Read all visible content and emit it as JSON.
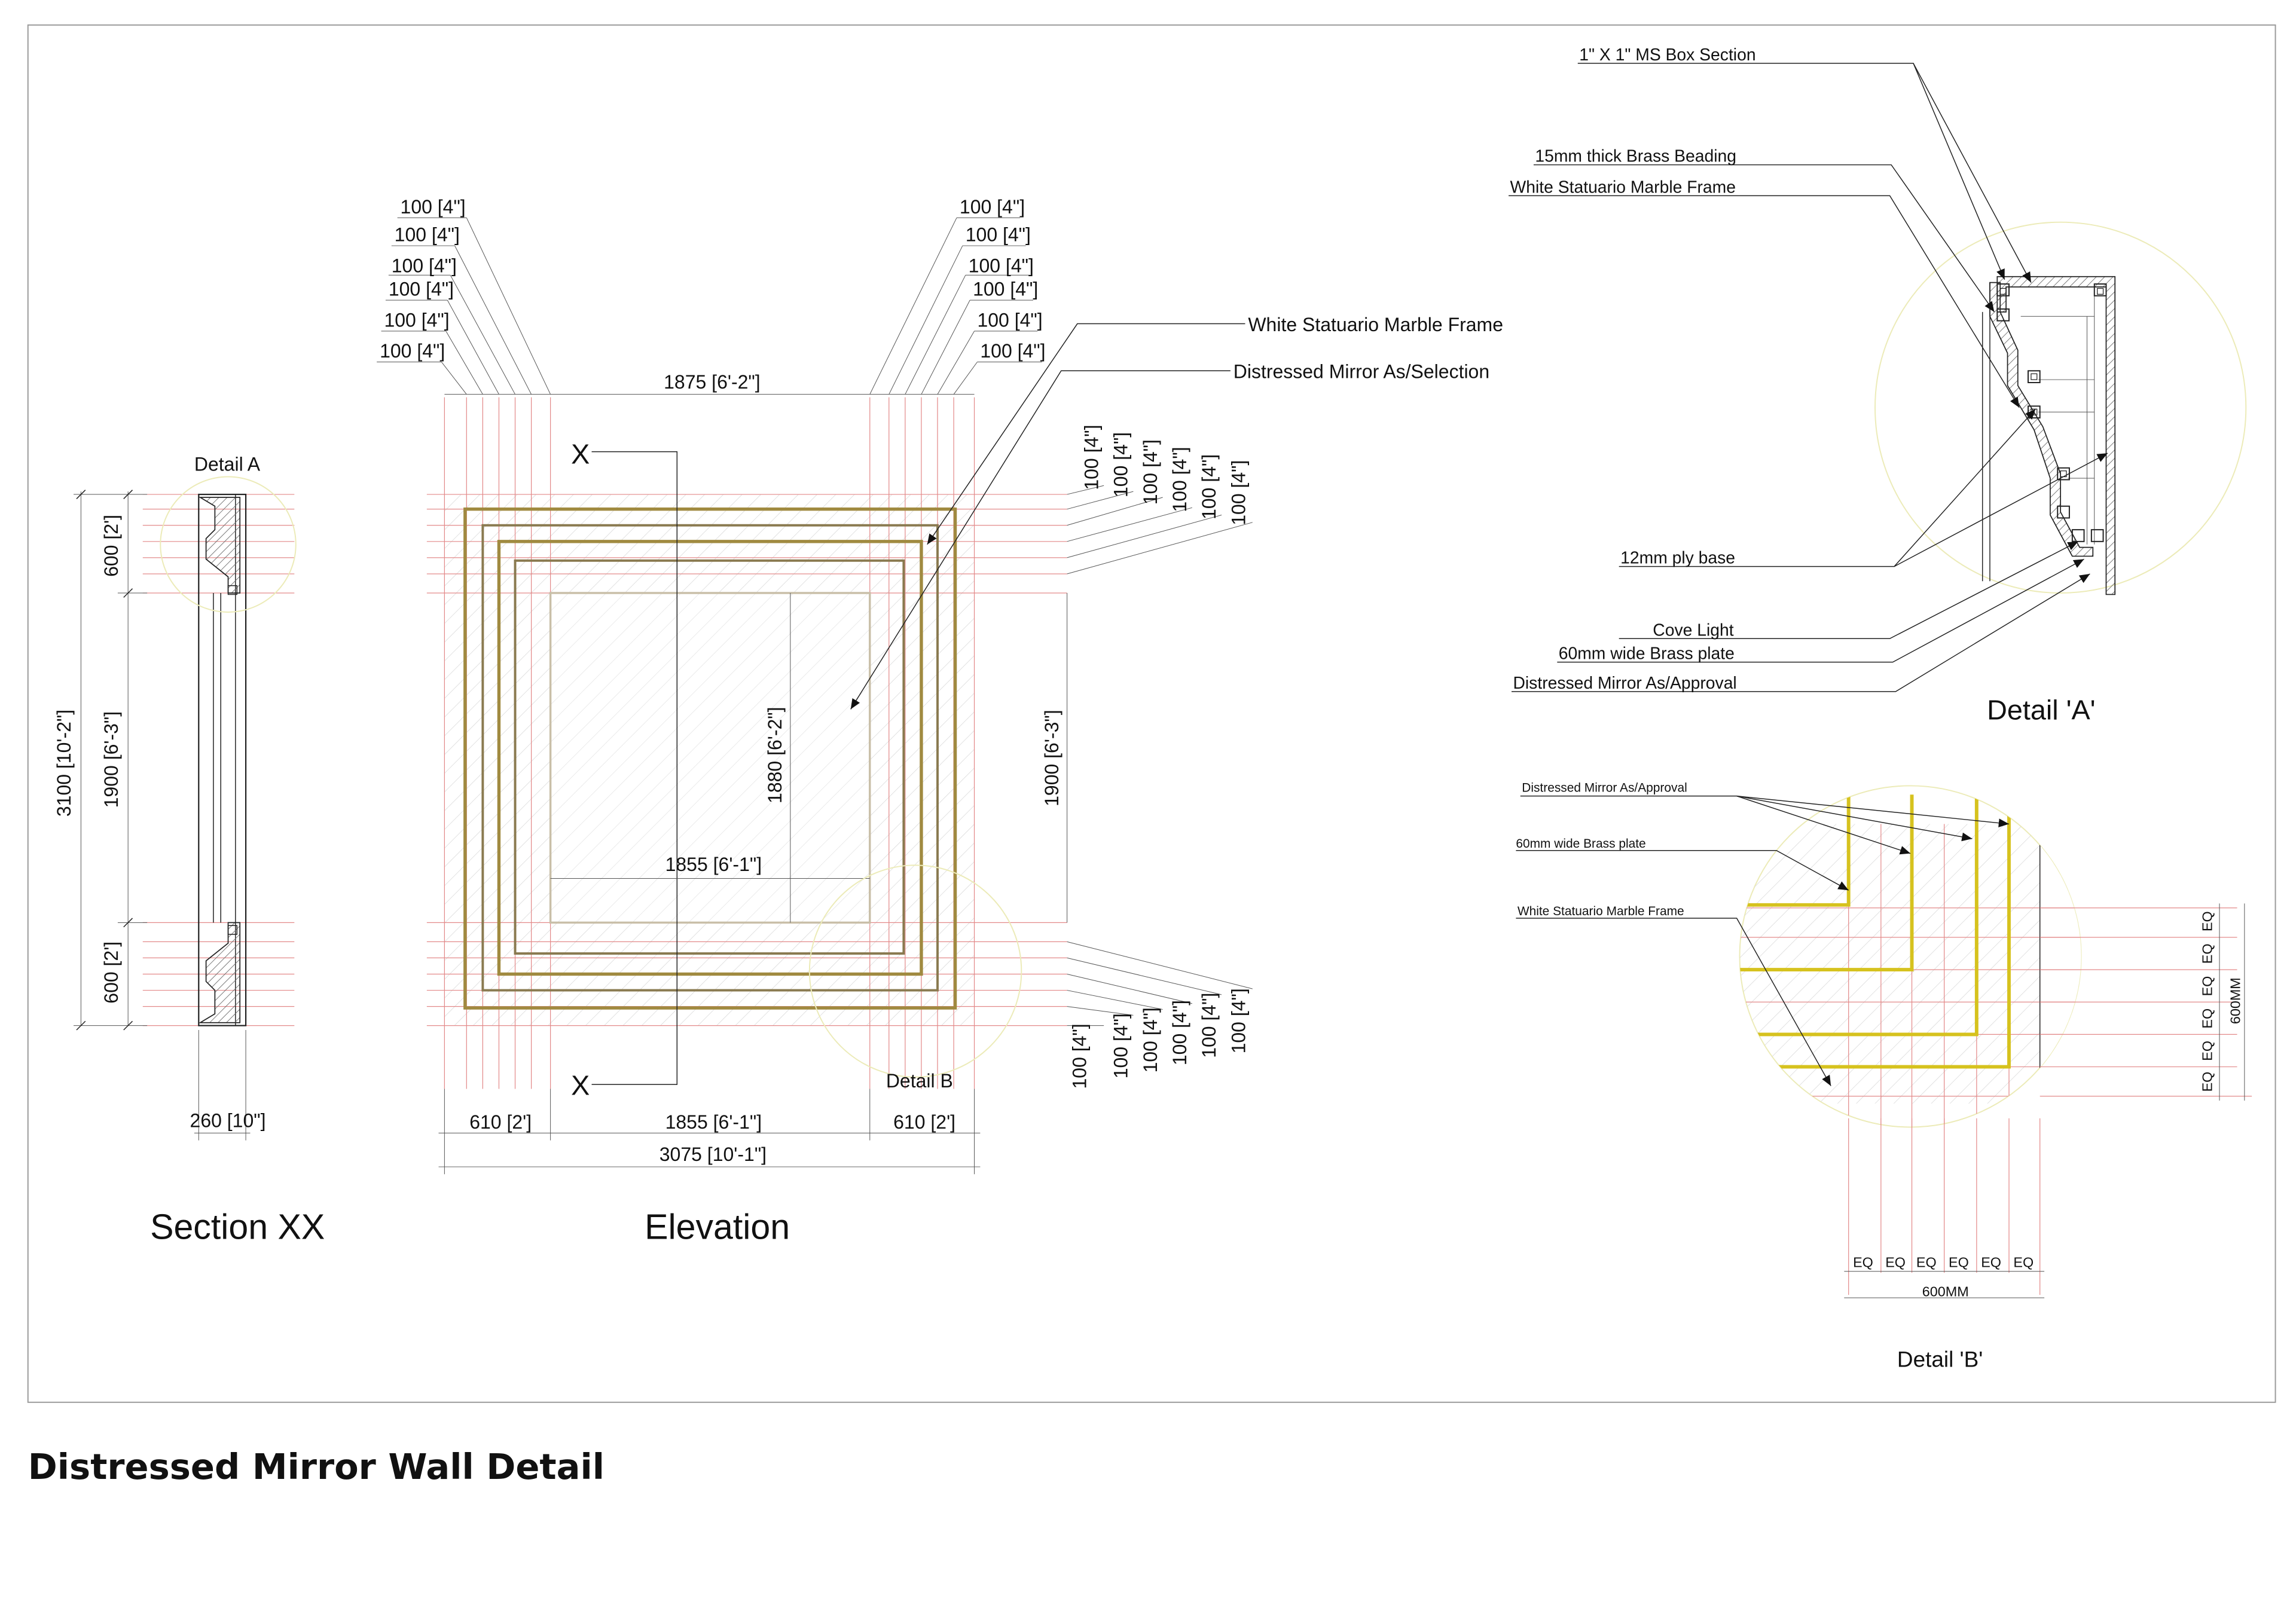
{
  "sheet_title": "Distressed Mirror Wall Detail",
  "views": {
    "section": "Section XX",
    "elevation": "Elevation",
    "detail_a": "Detail 'A'",
    "detail_b": "Detail 'B'",
    "detail_a_marker": "Detail A",
    "detail_b_marker": "Detail B",
    "cut_marker": "X"
  },
  "section_dims": {
    "top": "600 [2']",
    "mid": "1900 [6'-3\"]",
    "bottom": "600 [2']",
    "overall": "3100 [10'-2\"]",
    "depth": "260 [10\"]"
  },
  "elevation_dims": {
    "band": "100 [4\"]",
    "top_width": "1875 [6'-2\"]",
    "mirror_width": "1855 [6'-1\"]",
    "mirror_height": "1880 [6'-2\"]",
    "right_height": "1900 [6'-3\"]",
    "bottom_left": "610 [2']",
    "bottom_mid": "1855 [6'-1\"]",
    "bottom_right": "610 [2']",
    "overall": "3075 [10'-1\"]"
  },
  "elevation_callouts": [
    "White Statuario Marble Frame",
    "Distressed Mirror As/Selection"
  ],
  "detail_a_callouts": [
    "1\" X 1\" MS Box Section",
    "15mm thick Brass Beading",
    "White Statuario Marble Frame",
    "12mm ply base",
    "Cove Light",
    "60mm wide Brass plate",
    "Distressed Mirror As/Approval"
  ],
  "detail_b_callouts": [
    "Distressed Mirror As/Approval",
    "60mm wide Brass plate",
    "White Statuario Marble Frame"
  ],
  "detail_b_dims": {
    "eq": "EQ",
    "total": "600MM"
  }
}
